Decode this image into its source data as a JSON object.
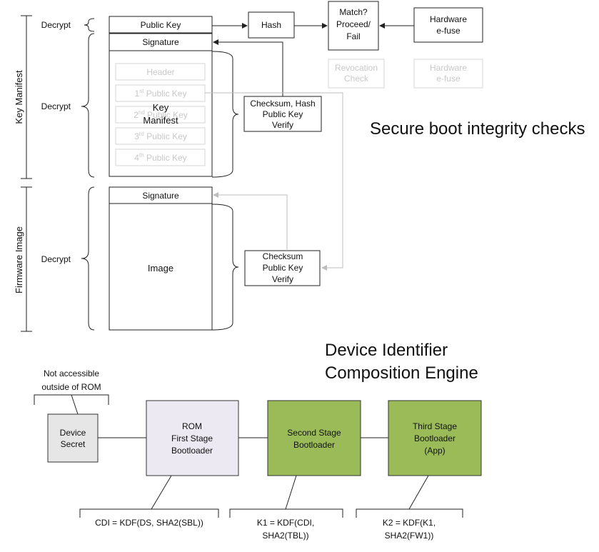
{
  "top": {
    "title": "Secure boot integrity checks",
    "side_labels": {
      "key_manifest": "Key Manifest",
      "firmware_image": "Firmware Image"
    },
    "decrypt": [
      "Decrypt",
      "Decrypt",
      "Decrypt"
    ],
    "public_key": "Public Key",
    "signature": "Signature",
    "header": "Header",
    "pubkeys": [
      {
        "num": "1",
        "sup": "st",
        "text": " Public Key"
      },
      {
        "num": "2",
        "sup": "nd",
        "text": " Public Key"
      },
      {
        "num": "3",
        "sup": "rd",
        "text": " Public Key"
      },
      {
        "num": "4",
        "sup": "th",
        "text": " Public Key"
      }
    ],
    "key_manifest_center": [
      "Key",
      "Manifest"
    ],
    "hash": "Hash",
    "match": [
      "Match?",
      "Proceed/",
      "Fail"
    ],
    "hw_efuse": [
      "Hardware",
      "e-fuse"
    ],
    "revocation": [
      "Revocation",
      "Check"
    ],
    "hw_efuse_faded": [
      "Hardware",
      "e-fuse"
    ],
    "checksum1": [
      "Checksum, Hash",
      "Public Key",
      "Verify"
    ],
    "fw_signature": "Signature",
    "image": "Image",
    "checksum2": [
      "Checksum",
      "Public Key",
      "Verify"
    ]
  },
  "bottom": {
    "title": [
      "Device Identifier",
      "Composition Engine"
    ],
    "note": [
      "Not accessible",
      "outside of ROM"
    ],
    "device_secret": [
      "Device",
      "Secret"
    ],
    "rom": [
      "ROM",
      "First Stage",
      "Bootloader"
    ],
    "second": [
      "Second Stage",
      "Bootloader"
    ],
    "third": [
      "Third Stage",
      "Bootloader",
      "(App)"
    ],
    "cdi": [
      "CDI = KDF(DS, SHA2(SBL))"
    ],
    "k1": [
      "K1 = KDF(CDI,",
      "SHA2(TBL))"
    ],
    "k2": [
      "K2 = KDF(K1,",
      "SHA2(FW1))"
    ],
    "colors": {
      "device_secret": "#e6e6e6",
      "rom": "#ece9f2",
      "stage": "#9bbb59"
    }
  }
}
